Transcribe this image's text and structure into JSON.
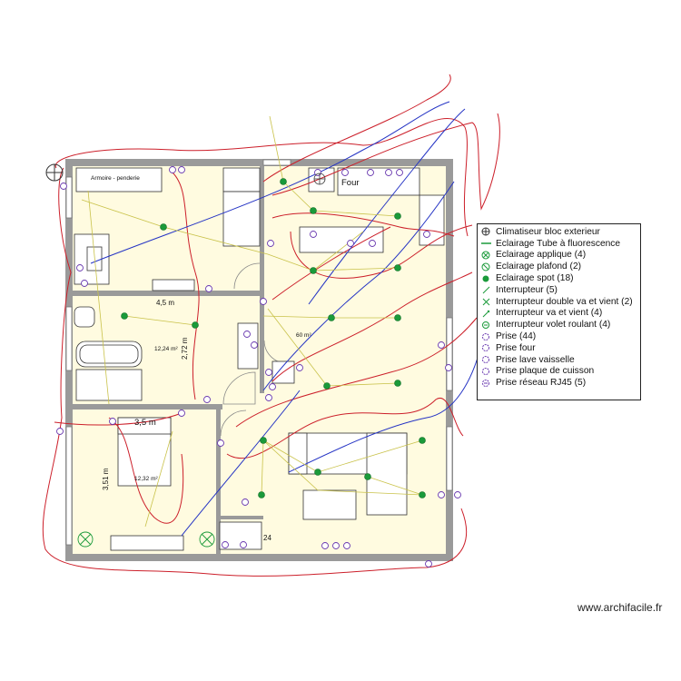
{
  "legend": {
    "items": [
      {
        "label": "Climatiseur bloc exterieur",
        "icon": "ac-unit-icon",
        "color": "#1a9a3a"
      },
      {
        "label": "Eclairage Tube à fluorescence",
        "icon": "fluorescent-tube-icon",
        "color": "#1a9a3a"
      },
      {
        "label": "Eclairage applique (4)",
        "icon": "wall-light-icon",
        "color": "#1a9a3a"
      },
      {
        "label": "Eclairage plafond (2)",
        "icon": "ceiling-light-icon",
        "color": "#1a9a3a"
      },
      {
        "label": "Eclairage spot (18)",
        "icon": "spot-light-icon",
        "color": "#1a9a3a"
      },
      {
        "label": "Interrupteur (5)",
        "icon": "switch-icon",
        "color": "#1a9a3a"
      },
      {
        "label": "Interrupteur double va et vient (2)",
        "icon": "double-switch-icon",
        "color": "#1a9a3a"
      },
      {
        "label": "Interrupteur va et vient (4)",
        "icon": "two-way-switch-icon",
        "color": "#1a9a3a"
      },
      {
        "label": "Interrupteur volet roulant (4)",
        "icon": "shutter-switch-icon",
        "color": "#1a9a3a"
      },
      {
        "label": "Prise (44)",
        "icon": "socket-icon",
        "color": "#6a3ab0"
      },
      {
        "label": "Prise four",
        "icon": "oven-socket-icon",
        "color": "#6a3ab0"
      },
      {
        "label": "Prise lave vaisselle",
        "icon": "dishwasher-socket-icon",
        "color": "#6a3ab0"
      },
      {
        "label": "Prise plaque de cuisson",
        "icon": "hob-socket-icon",
        "color": "#6a3ab0"
      },
      {
        "label": "Prise réseau RJ45 (5)",
        "icon": "rj45-socket-icon",
        "color": "#6a3ab0"
      }
    ]
  },
  "rooms": {
    "top_left_label": "Armoire - penderie",
    "four_label": "Four",
    "dim_45": "4,5 m",
    "dim_272": "2,72 m",
    "area_1224": "12,24 m²",
    "area_60": "60 m²",
    "dim_35": "3,5 m",
    "dim_351": "3,51 m",
    "area_1232": "12,32 m²",
    "frigo_code": "24"
  },
  "watermark": "www.archifacile.fr",
  "colors": {
    "wall": "#9a9a9a",
    "floor": "#fffbe0",
    "red_wire": "#cc1f2a",
    "blue_wire": "#2433c4",
    "yellow_wire": "#c9c24a",
    "device": "#1a9a3a",
    "socket": "#6a3ab0"
  }
}
